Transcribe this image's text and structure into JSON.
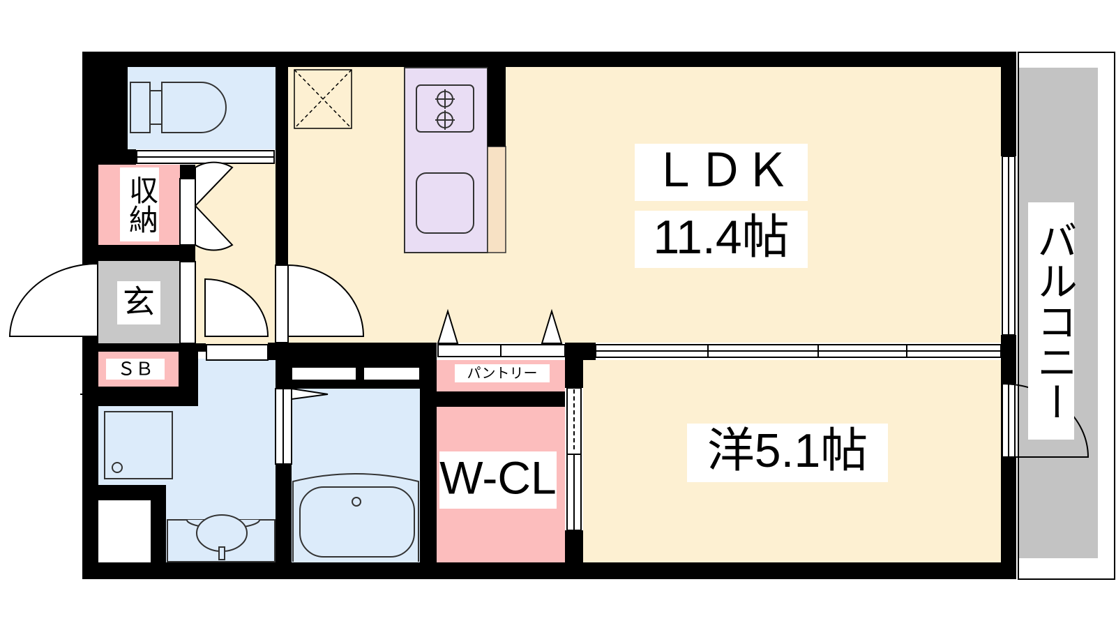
{
  "rooms": {
    "ldk": {
      "name": "ＬＤＫ",
      "size": "11.4帖"
    },
    "western": {
      "label": "洋5.1帖"
    },
    "storage": {
      "label": "収納"
    },
    "entrance": {
      "label": "玄"
    },
    "shoe_box": {
      "label": "ＳＢ"
    },
    "pantry": {
      "label": "パントリー"
    },
    "walk_in_closet": {
      "label": "W-CL"
    },
    "balcony": {
      "label": "バルコニー"
    }
  },
  "colors": {
    "wall": "#000000",
    "ldk_floor": "#fdf0d2",
    "wet_area": "#dcebfa",
    "closet": "#fcbdbd",
    "entrance": "#c8c8c8",
    "kitchen": "#e9ddf4",
    "balcony": "#c3c3c3"
  },
  "icons": [
    "toilet-icon",
    "stove-icon",
    "sink-icon",
    "bathtub-icon",
    "washbasin-icon",
    "washing-machine-icon",
    "refrigerator-space-icon"
  ]
}
